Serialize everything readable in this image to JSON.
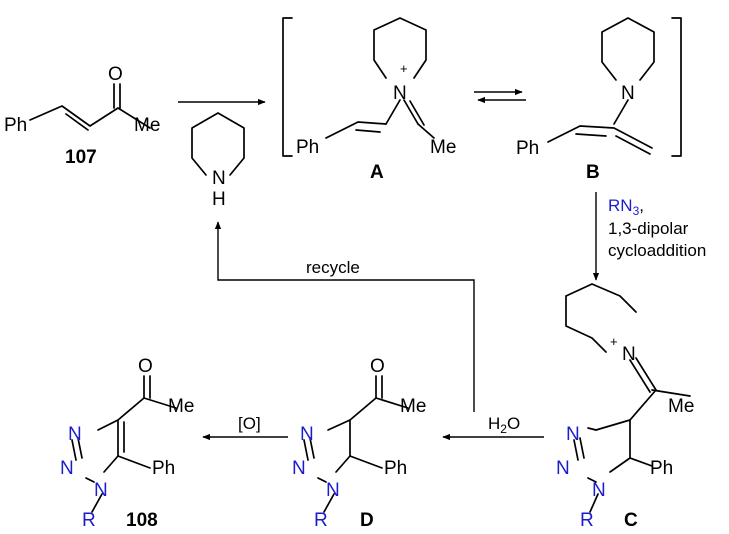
{
  "atoms": {
    "ph": "Ph",
    "o": "O",
    "me": "Me",
    "n": "N",
    "h": "H",
    "r": "R",
    "plus": "+"
  },
  "labels": {
    "s107": "107",
    "A": "A",
    "B": "B",
    "C": "C",
    "D": "D",
    "s108": "108"
  },
  "conditions": {
    "rn3_main": "RN",
    "rn3_sub": "3",
    "rn3_comma": ",",
    "dipolar_1": "1,3-dipolar",
    "dipolar_2": "cycloaddition",
    "recycle": "recycle",
    "water_h": "H",
    "water_sub": "2",
    "water_o": "O",
    "oxidation": "[O]"
  },
  "colors": {
    "reagent_blue": "#1c1ccd",
    "black": "#000000"
  }
}
